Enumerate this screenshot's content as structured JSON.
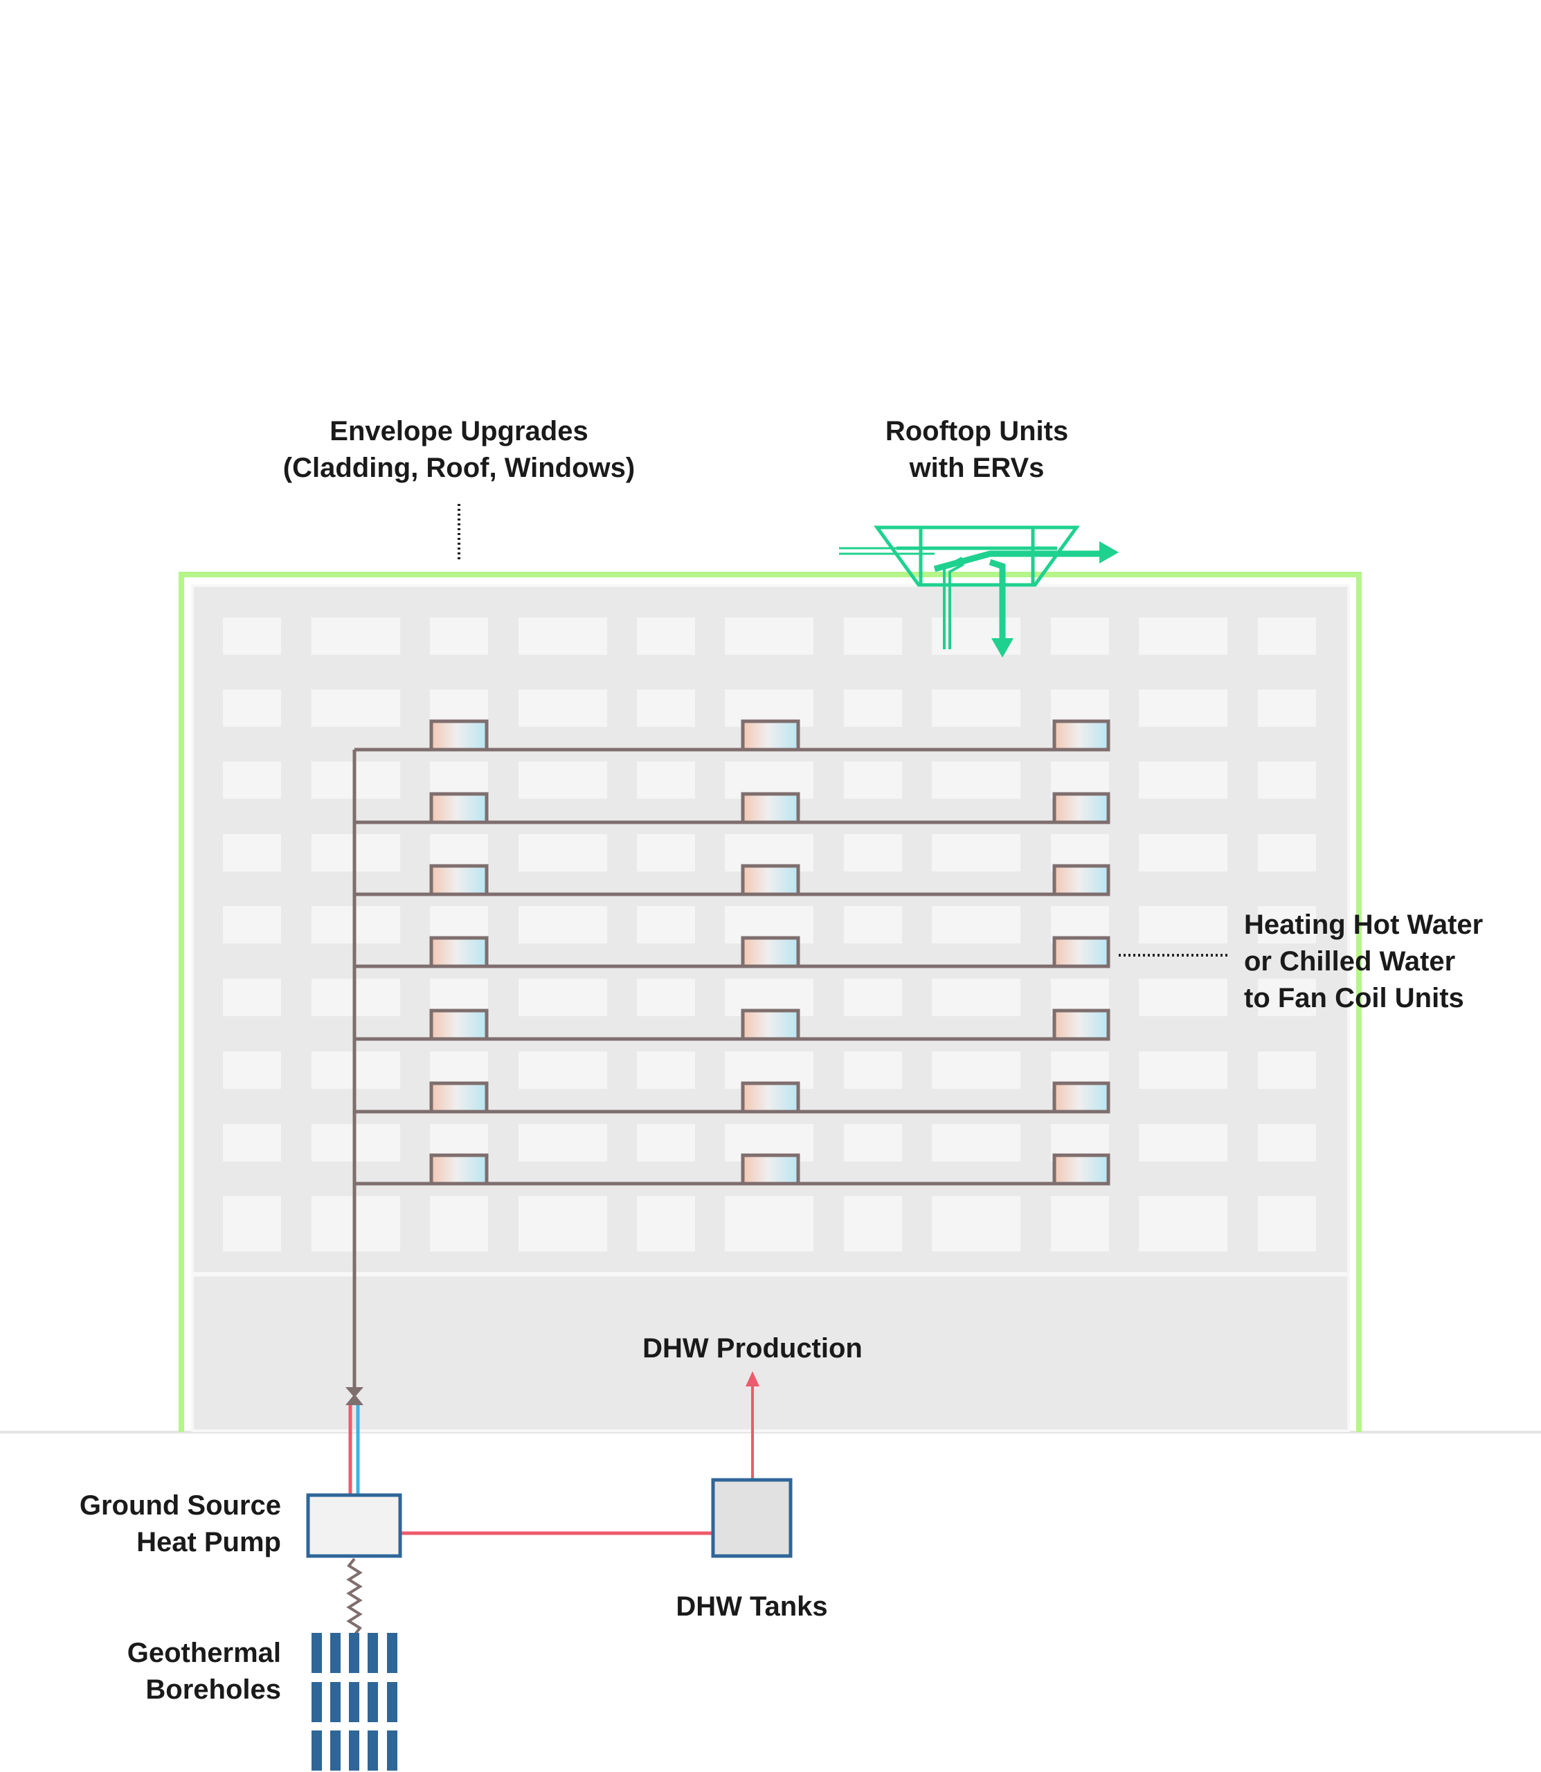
{
  "labels": {
    "envelope": [
      "Envelope Upgrades",
      "(Cladding, Roof, Windows)"
    ],
    "rooftop": [
      "Rooftop Units",
      "with ERVs"
    ],
    "heating": [
      "Heating Hot Water",
      "or Chilled Water",
      "to Fan Coil Units"
    ],
    "dhw_production": "DHW Production",
    "heat_pump": [
      "Ground Source",
      "Heat Pump"
    ],
    "dhw_tanks": "DHW Tanks",
    "boreholes": [
      "Geothermal",
      "Boreholes"
    ]
  },
  "colors": {
    "envelope_outline": "#b5f58a",
    "building_fill": "#e9e9e9",
    "window_fill": "#f5f5f5",
    "erv_green": "#1ed18f",
    "pipe_gray": "#7f6e6e",
    "hot_red": "#ee5a6c",
    "cold_blue": "#3ab4e8",
    "equipment_blue": "#2f6698",
    "borehole_blue": "#2f6698"
  }
}
